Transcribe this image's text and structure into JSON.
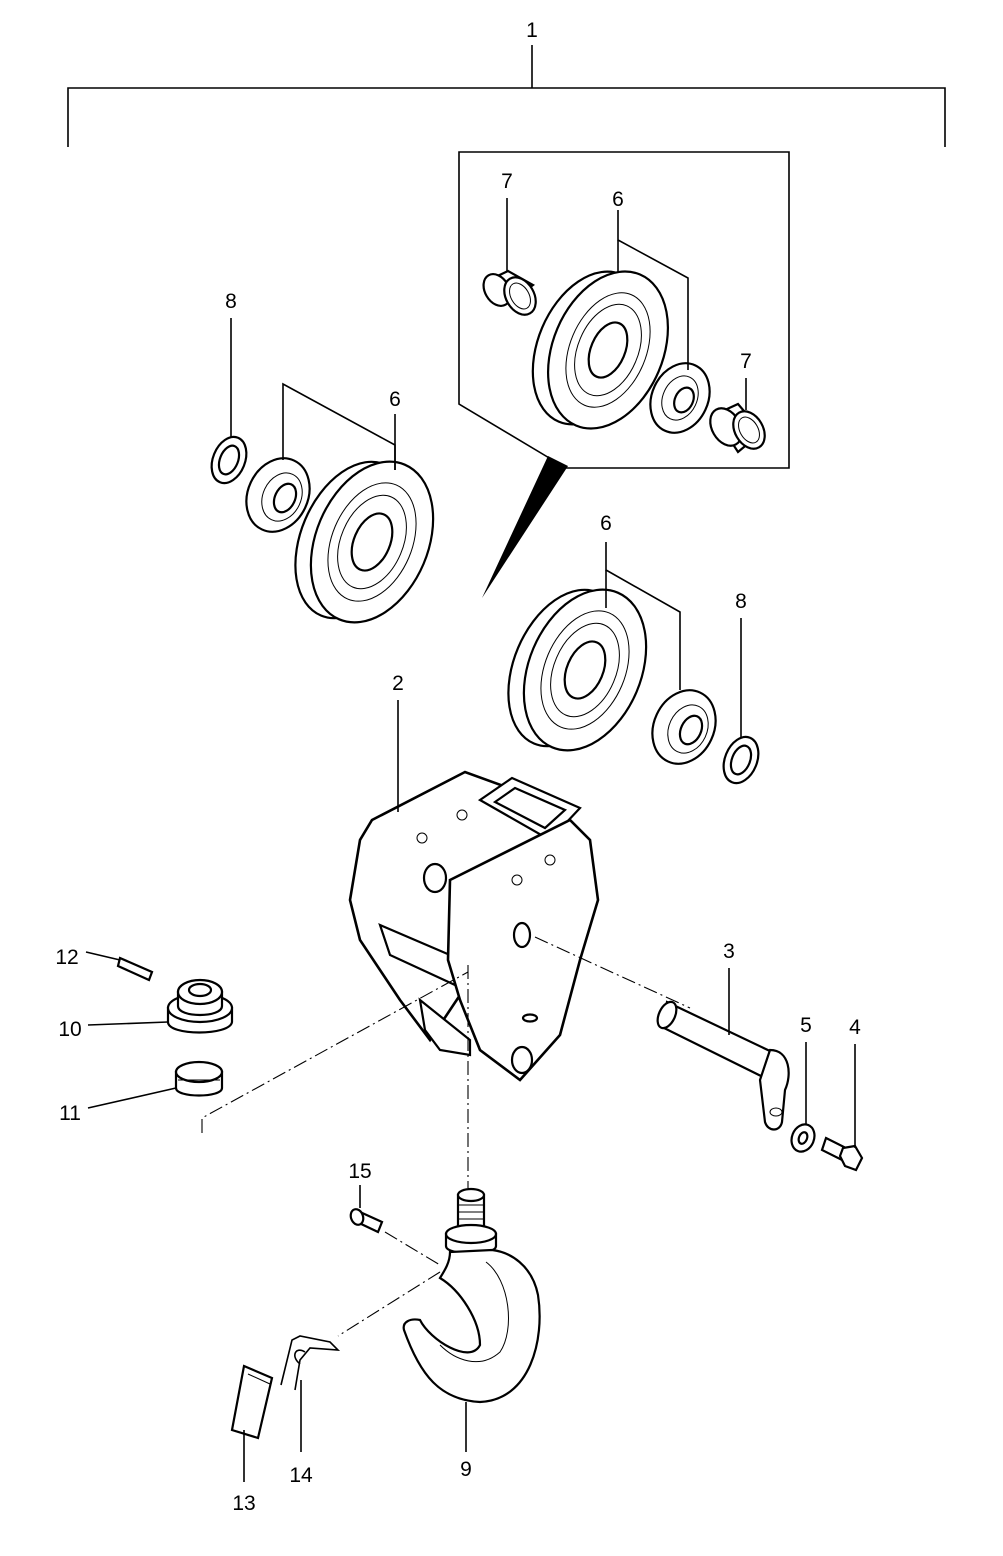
{
  "callouts": {
    "p1": "1",
    "p2": "2",
    "p3": "3",
    "p4": "4",
    "p5": "5",
    "p6a": "6",
    "p6b": "6",
    "p6c": "6",
    "p7a": "7",
    "p7b": "7",
    "p8a": "8",
    "p8b": "8",
    "p9": "9",
    "p10": "10",
    "p11": "11",
    "p12": "12",
    "p13": "13",
    "p14": "14",
    "p15": "15"
  }
}
